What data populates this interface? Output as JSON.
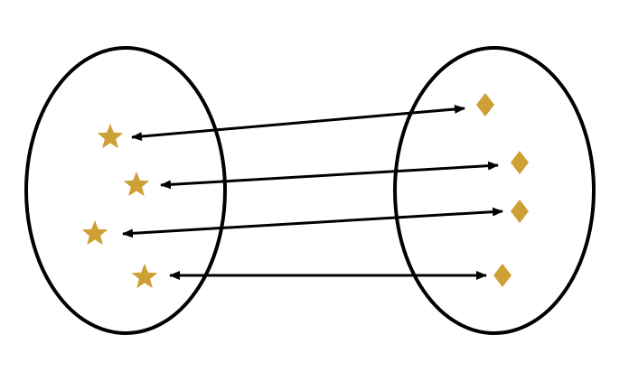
{
  "colors": {
    "outline": "#000000",
    "arrow": "#000000",
    "star": "#CDA035",
    "diamond": "#CDA035",
    "background": "#FFFFFF"
  },
  "sets": [
    {
      "name": "left-set",
      "element_shape": "star-icon",
      "element_count": 4
    },
    {
      "name": "right-set",
      "element_shape": "diamond-icon",
      "element_count": 4
    }
  ],
  "mappings": [
    {
      "from": 1,
      "to": 1,
      "direction": "both"
    },
    {
      "from": 2,
      "to": 2,
      "direction": "both"
    },
    {
      "from": 3,
      "to": 3,
      "direction": "both"
    },
    {
      "from": 4,
      "to": 4,
      "direction": "both"
    }
  ]
}
